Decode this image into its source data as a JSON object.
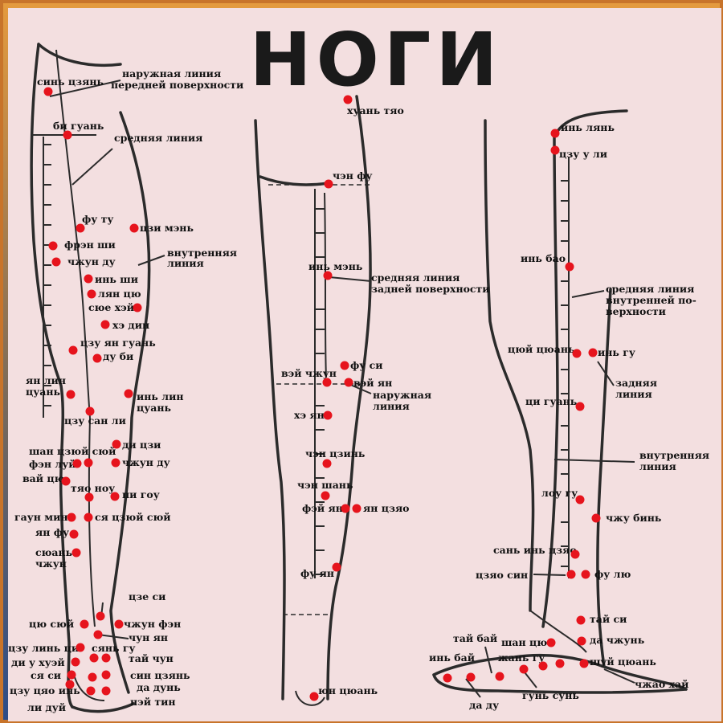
{
  "title": "НОГИ",
  "colors": {
    "point": "#e6141d",
    "background": "#f3dfe0",
    "border": "#c8742a",
    "outline": "#2b2b2b",
    "text": "#111111"
  },
  "labels": {
    "l1": "синь цзянь",
    "l2": "наружная линия",
    "l3": "передней поверхности",
    "l4": "би гуань",
    "l5": "средняя линия",
    "l6": "фу ту",
    "l7": "цзи мэнь",
    "l8": "фрэн ши",
    "l9": "внутренняя",
    "l10": "линия",
    "l11": "чжун ду",
    "l12": "инь ши",
    "l13": "лян цю",
    "l14": "сюе хэй",
    "l15": "хэ дин",
    "l16": "цзу ян гуань",
    "l17": "ду би",
    "l18": "ян лин",
    "l19": "цуань",
    "l20": "инь лин",
    "l21": "цуань",
    "l22": "цзу сан ли",
    "l23": "шан цзюй сюй",
    "l24": "ди цзи",
    "l25": "фэн луй",
    "l26": "чжун ду",
    "l27": "вай цю",
    "l28": "тяо ноу",
    "l29": "пи гоу",
    "l30": "гаун мин",
    "l31": "ся цзюй сюй",
    "l32": "ян фу",
    "l33": "сюань",
    "l34": "чжун",
    "l35": "цзе си",
    "l36": "цю сюй",
    "l37": "чжун фэн",
    "l38": "чун ян",
    "l39": "цзу линь ци",
    "l40": "сянь гу",
    "l41": "ди у хуэй",
    "l42": "тай чун",
    "l43": "ся си",
    "l44": "син цзянь",
    "l45": "цзу цяо инь",
    "l46": "да дунь",
    "l47": "ли дуй",
    "l48": "нэй тин",
    "m1": "хуань тяо",
    "m2": "чэн фу",
    "m3": "инь мэнь",
    "m4": "средняя линия",
    "m5": "задней поверхности",
    "m6": "фу си",
    "m7": "вэй чжун",
    "m8": "вэй ян",
    "m9": "наружная",
    "m10": "линия",
    "m11": "хэ ян",
    "m12": "чэн цзинь",
    "m13": "чэн шань",
    "m14": "фэй ян",
    "m15": "ян цзяо",
    "m16": "фу ян",
    "m17": "юн цюань",
    "r1": "инь лянь",
    "r2": "цзу у ли",
    "r3": "инь бао",
    "r4": "средняя линия",
    "r5": "внутренней по-",
    "r6": "верхности",
    "r7": "цюй цюань",
    "r8": "инь гу",
    "r9": "задняя",
    "r10": "линия",
    "r11": "ци гуань",
    "r12": "внутренняя",
    "r13": "линия",
    "r14": "лоу гу",
    "r15": "чжу бинь",
    "r16": "сань инь цзяо",
    "r17": "цзяо син",
    "r18": "фу лю",
    "r19": "тай си",
    "r20": "тай бай",
    "r21": "шан цю",
    "r22": "да чжунь",
    "r23": "инь бай",
    "r24": "жань гу",
    "r25": "шуй цюань",
    "r26": "чжао хай",
    "r27": "гунь сунь",
    "r28": "да ду"
  }
}
